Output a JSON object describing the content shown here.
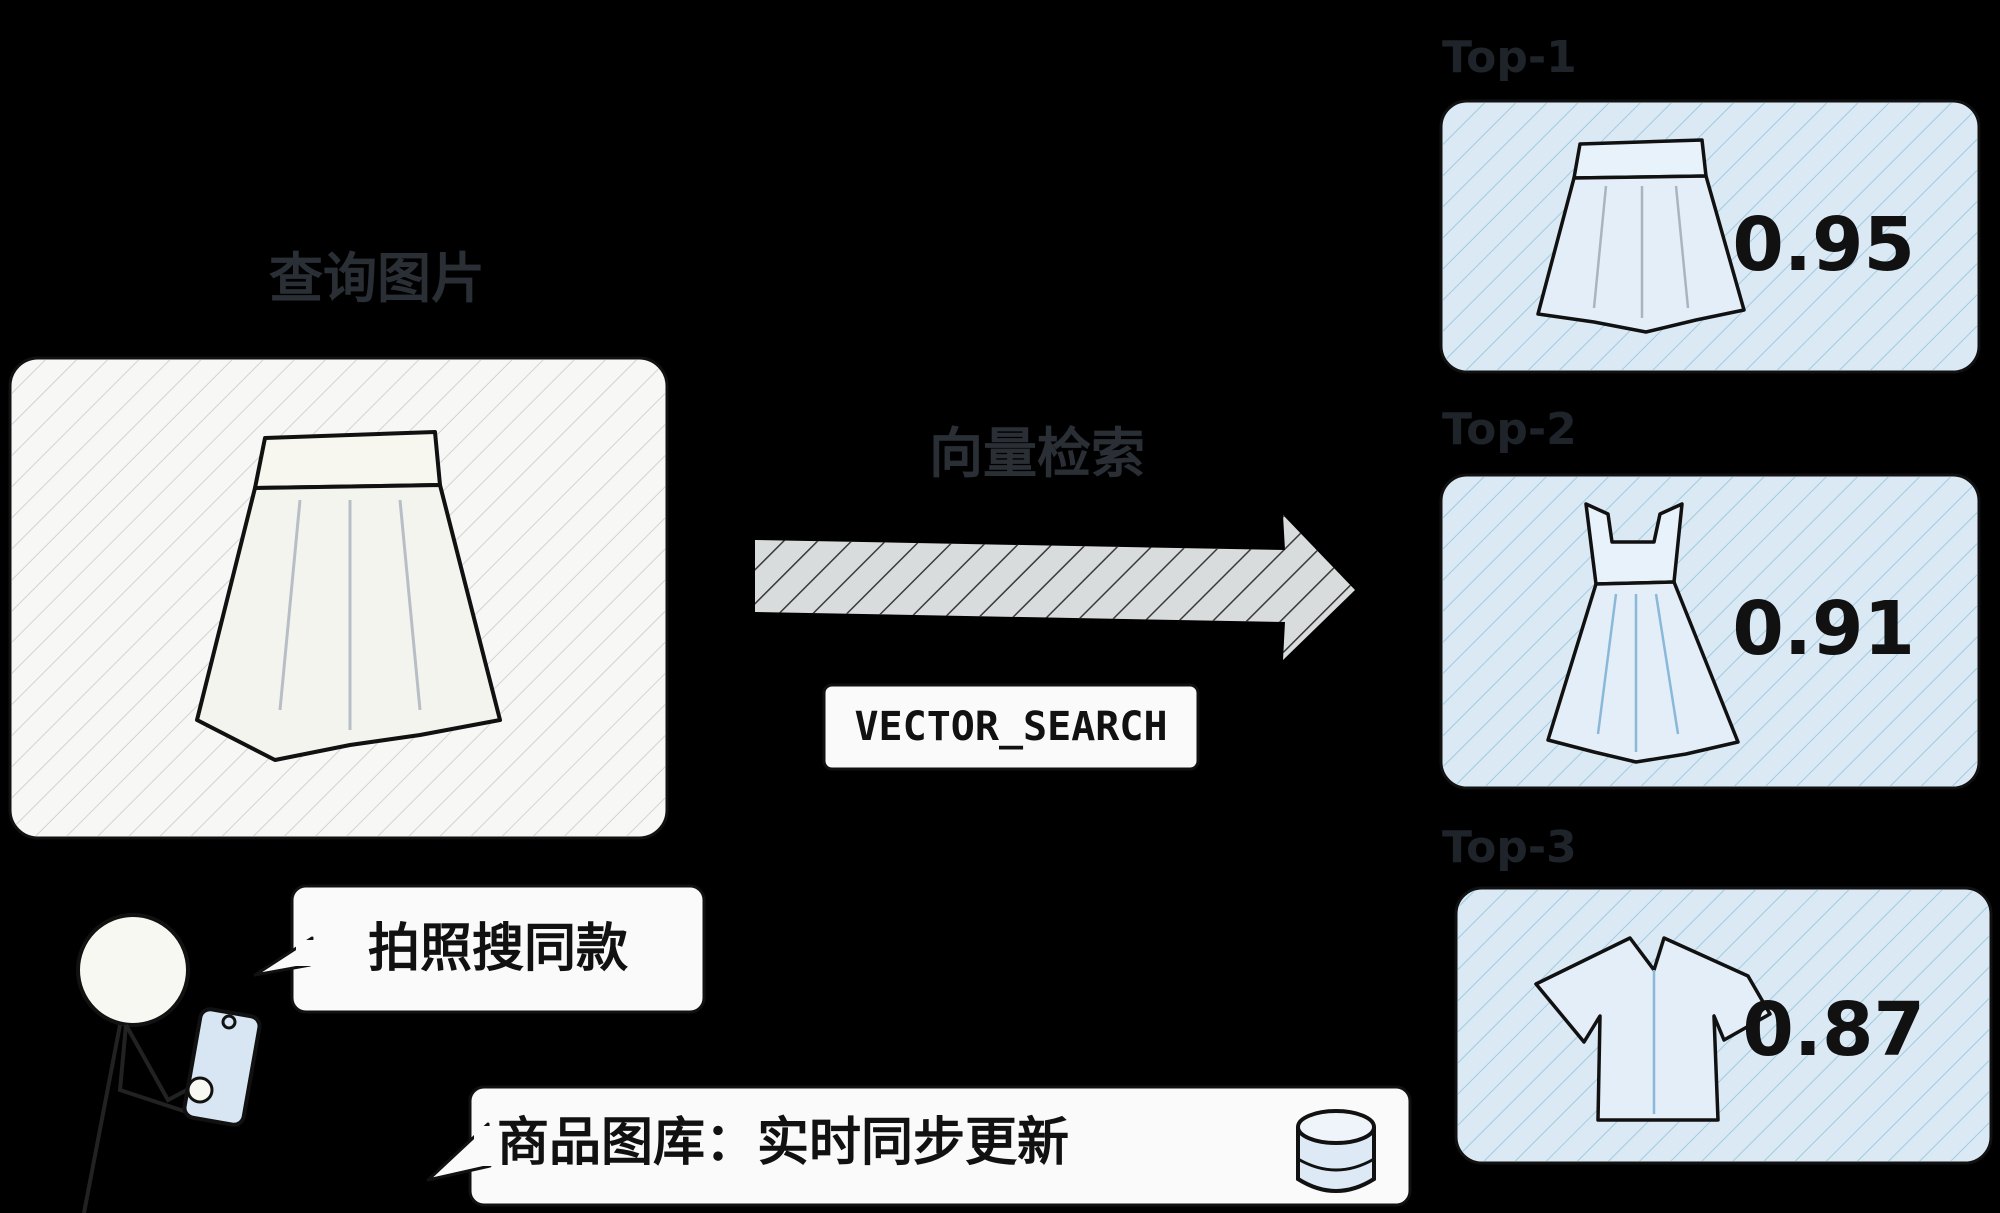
{
  "query": {
    "title": "查询图片",
    "image_icon": "skirt-icon"
  },
  "search": {
    "title": "向量检索",
    "operator": "VECTOR_SEARCH"
  },
  "results": [
    {
      "rank": "Top-1",
      "score": "0.95",
      "icon": "skirt-icon"
    },
    {
      "rank": "Top-2",
      "score": "0.91",
      "icon": "dress-icon"
    },
    {
      "rank": "Top-3",
      "score": "0.87",
      "icon": "shirt-icon"
    }
  ],
  "user": {
    "speech": "拍照搜同款",
    "icon": "person-with-phone-icon"
  },
  "gallery": {
    "label": "商品图库：实时同步更新",
    "icon": "database-icon"
  },
  "colors": {
    "background": "#000000",
    "card_query": "#f7f7f5",
    "card_result": "#dbe9f5",
    "arrow_fill": "#d9dcdd",
    "label_box": "#fafafa",
    "title_text": "#2a2f36"
  }
}
